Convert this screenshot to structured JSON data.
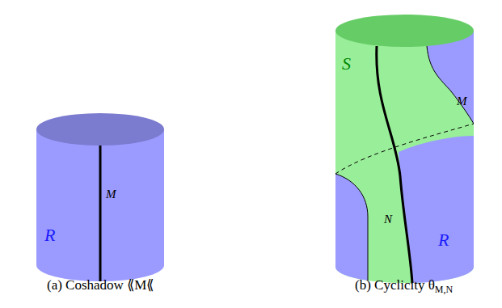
{
  "diagram": {
    "nodes": [
      {
        "text": [
          "M",
          "R"
        ]
      },
      {
        "text": [
          "S",
          "M",
          "N",
          "R"
        ]
      }
    ],
    "labels": [
      "(a) Coshadow ⟪M⟪",
      "(b) Cyclicity θ",
      "M,N"
    ]
  }
}
